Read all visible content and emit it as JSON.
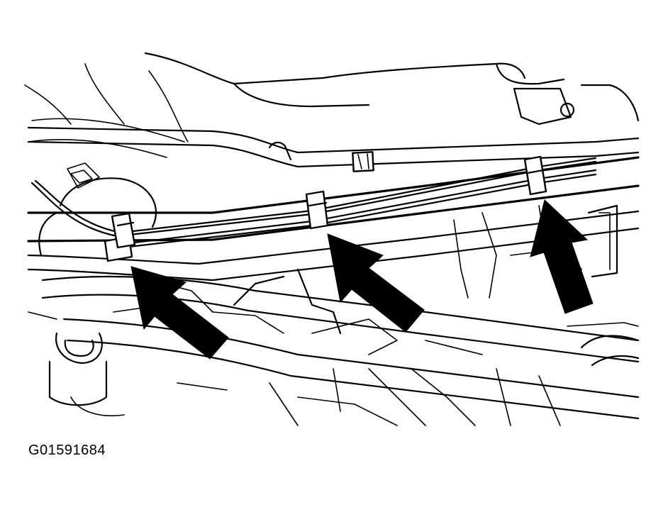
{
  "figure": {
    "id_label": "G01591684",
    "line_color": "#000000",
    "background_color": "#ffffff",
    "callouts": [
      {
        "name": "arrow-clip-left",
        "points_to": "clip-left"
      },
      {
        "name": "arrow-clip-middle",
        "points_to": "clip-middle"
      },
      {
        "name": "arrow-clip-right",
        "points_to": "clip-right"
      }
    ],
    "parts": [
      "frame-rail",
      "wiring-harness",
      "brake-lines",
      "clip-left",
      "clip-middle",
      "clip-right"
    ]
  }
}
